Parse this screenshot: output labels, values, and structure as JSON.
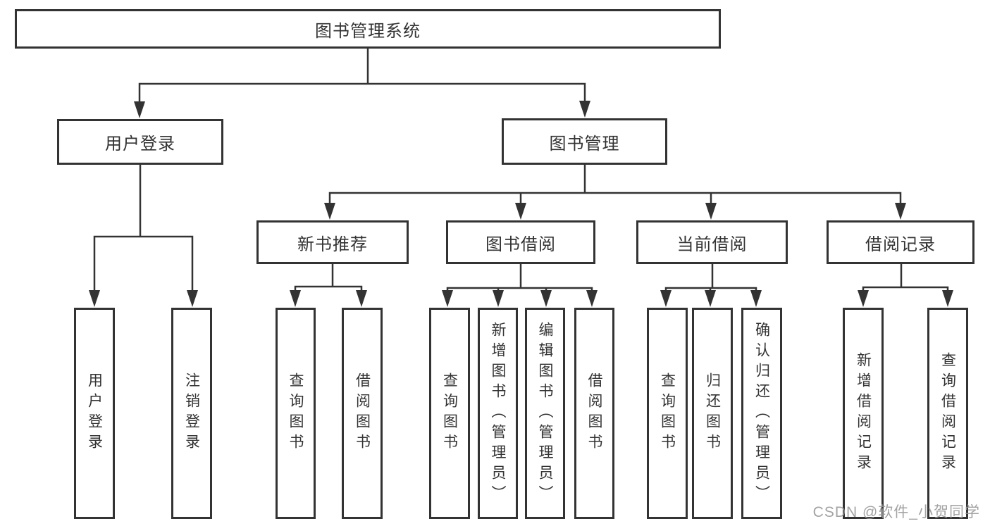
{
  "diagram_type": "functional-structure-tree",
  "colors": {
    "line": "#333333",
    "box_border": "#333333",
    "text": "#333333",
    "background": "#ffffff",
    "watermark": "#969696"
  },
  "tree": {
    "label": "图书管理系统",
    "children": [
      {
        "label": "用户登录",
        "children": [
          {
            "label": "用户登录"
          },
          {
            "label": "注销登录"
          }
        ]
      },
      {
        "label": "图书管理",
        "children": [
          {
            "label": "新书推荐",
            "children": [
              {
                "label": "查询图书"
              },
              {
                "label": "借阅图书"
              }
            ]
          },
          {
            "label": "图书借阅",
            "children": [
              {
                "label": "查询图书"
              },
              {
                "label": "新增图书（管理员）"
              },
              {
                "label": "编辑图书（管理员）"
              },
              {
                "label": "借阅图书"
              }
            ]
          },
          {
            "label": "当前借阅",
            "children": [
              {
                "label": "查询图书"
              },
              {
                "label": "归还图书"
              },
              {
                "label": "确认归还（管理员）"
              }
            ]
          },
          {
            "label": "借阅记录",
            "children": [
              {
                "label": "新增借阅记录"
              },
              {
                "label": "查询借阅记录"
              }
            ]
          }
        ]
      }
    ]
  },
  "watermark": {
    "text": "CSDN @软件_小贺同学"
  }
}
